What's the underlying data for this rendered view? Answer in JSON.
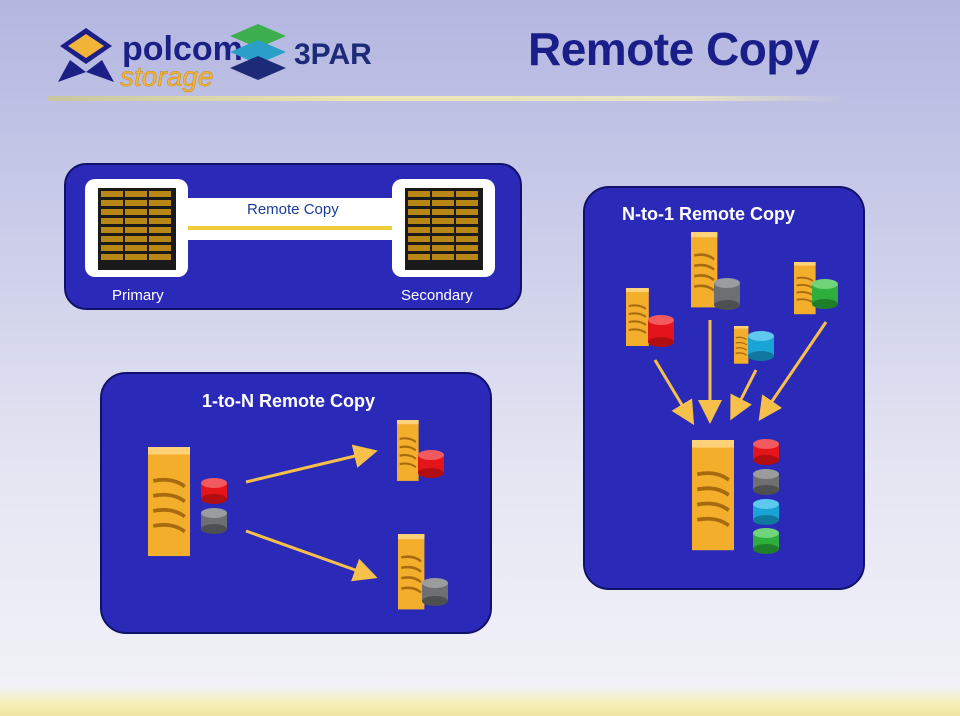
{
  "header": {
    "title": "Remote Copy",
    "brand_left_line1": "polcom",
    "brand_left_line2": "storage",
    "brand_right": "3PAR"
  },
  "diagram_sync": {
    "link_label": "Remote Copy",
    "primary_label": "Primary",
    "secondary_label": "Secondary"
  },
  "diagram_n_to_1": {
    "title": "N-to-1 Remote Copy"
  },
  "diagram_1_to_n": {
    "title": "1-to-N Remote Copy"
  },
  "colors": {
    "panel": "#2b2ab8",
    "server": "#f3ae2c",
    "arrow": "#f7c04a",
    "disk_red": "#e3151b",
    "disk_gray": "#6d6f71",
    "disk_cyan": "#1aa4d6",
    "disk_green": "#2eae3c",
    "title": "#1a1e88"
  }
}
